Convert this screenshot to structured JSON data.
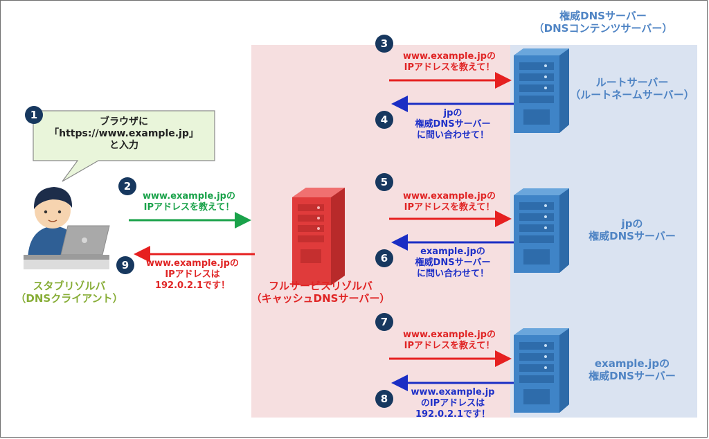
{
  "colors": {
    "request_arrow": "#e62020",
    "response_arrow": "#1a2ec4",
    "client_arrow": "#1aa24a",
    "resolver_zone": "#f6dfe0",
    "authority_zone": "#dae3f1",
    "badge": "#17385f",
    "speech_bubble": "#e9f5da"
  },
  "authority_zone": {
    "line1": "権威DNSサーバー",
    "line2": "（DNSコンテンツサーバー）"
  },
  "client": {
    "name": "スタブリゾルバ",
    "sub": "（DNSクライアント）"
  },
  "resolver": {
    "name": "フルサービスリゾルバ",
    "sub": "（キャッシュDNSサーバー）"
  },
  "bubble": {
    "line1": "ブラウザに",
    "line2": "「https://www.example.jp」",
    "line3": "と入力"
  },
  "servers": {
    "root": {
      "line1": "ルートサーバー",
      "line2": "（ルートネームサーバー）"
    },
    "jp": {
      "line1": "jpの",
      "line2": "権威DNSサーバー"
    },
    "example": {
      "line1": "example.jpの",
      "line2": "権威DNSサーバー"
    }
  },
  "steps": [
    {
      "number": "1",
      "lines": [
        "ブラウザに",
        "「https://www.example.jp」",
        "と入力"
      ]
    },
    {
      "number": "2",
      "lines": [
        "www.example.jpの",
        "IPアドレスを教えて！"
      ]
    },
    {
      "number": "3",
      "lines": [
        "www.example.jpの",
        "IPアドレスを教えて！"
      ]
    },
    {
      "number": "4",
      "lines": [
        "jpの",
        "権威DNSサーバー",
        "に問い合わせて！"
      ]
    },
    {
      "number": "5",
      "lines": [
        "www.example.jpの",
        "IPアドレスを教えて！"
      ]
    },
    {
      "number": "6",
      "lines": [
        "example.jpの",
        "権威DNSサーバー",
        "に問い合わせて！"
      ]
    },
    {
      "number": "7",
      "lines": [
        "www.example.jpの",
        "IPアドレスを教えて！"
      ]
    },
    {
      "number": "8",
      "lines": [
        "www.example.jp",
        "のIPアドレスは",
        "192.0.2.1です！"
      ]
    },
    {
      "number": "9",
      "lines": [
        "www.example.jpの",
        "IPアドレスは",
        "192.0.2.1です！"
      ]
    }
  ]
}
